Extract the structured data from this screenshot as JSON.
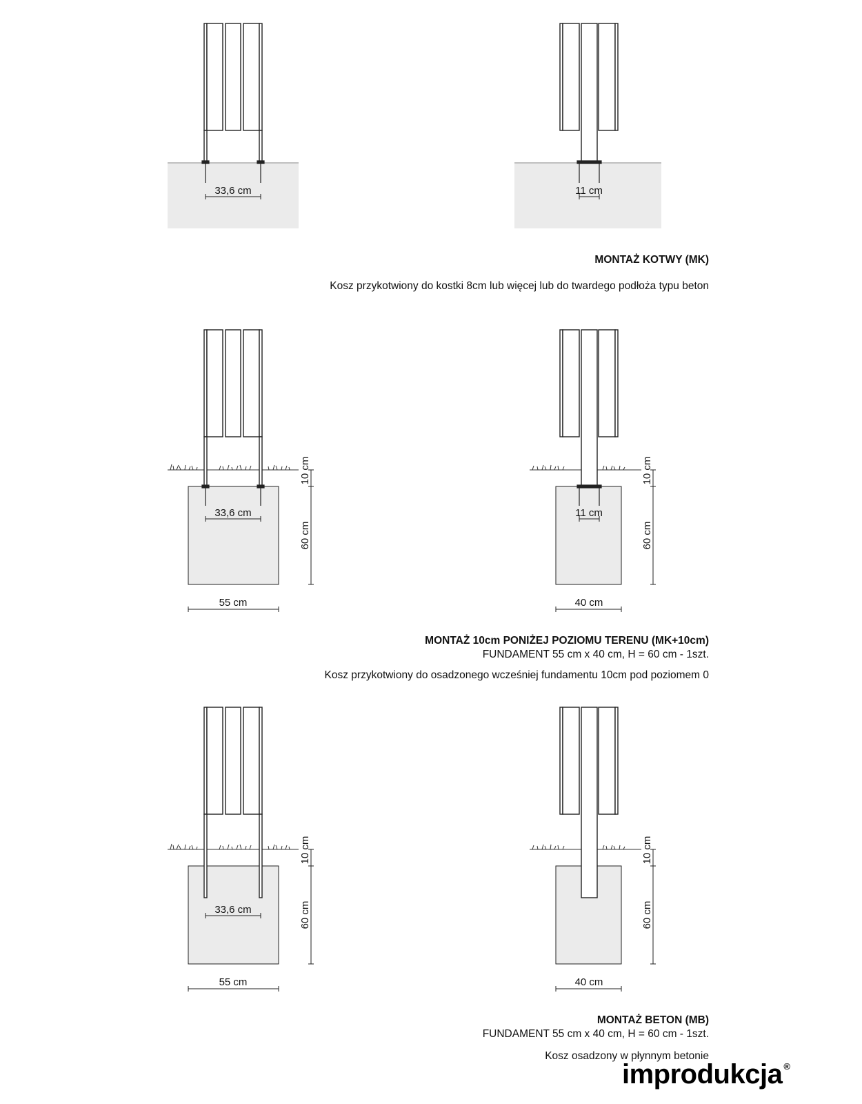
{
  "colors": {
    "ground": "#ebebeb",
    "line": "#222222",
    "background": "#ffffff"
  },
  "sections": [
    {
      "title": "MONTAŻ KOTWY (MK)",
      "subtitle": "",
      "description": "Kosz przykotwiony do kostki 8cm lub więcej lub do twardego podłoża typu beton",
      "left": {
        "anchor_spacing": "33,6 cm"
      },
      "right": {
        "anchor_spacing": "11 cm"
      }
    },
    {
      "title": "MONTAŻ 10cm PONIŻEJ POZIOMU TERENU (MK+10cm)",
      "subtitle": "FUNDAMENT 55 cm x 40 cm, H = 60 cm - 1szt.",
      "description": "Kosz przykotwiony do osadzonego wcześniej fundamentu 10cm pod poziomem 0",
      "left": {
        "anchor_spacing": "33,6 cm",
        "depth": "10 cm",
        "height": "60 cm",
        "width": "55 cm"
      },
      "right": {
        "anchor_spacing": "11 cm",
        "depth": "10 cm",
        "height": "60 cm",
        "width": "40 cm"
      }
    },
    {
      "title": "MONTAŻ BETON (MB)",
      "subtitle": "FUNDAMENT 55 cm x 40 cm, H = 60 cm - 1szt.",
      "description": "Kosz osadzony w płynnym betonie",
      "left": {
        "anchor_spacing": "33,6 cm",
        "depth": "10 cm",
        "height": "60 cm",
        "width": "55 cm"
      },
      "right": {
        "depth": "10 cm",
        "height": "60 cm",
        "width": "40 cm"
      }
    }
  ],
  "brand": {
    "name": "improdukcja",
    "mark": "®"
  }
}
